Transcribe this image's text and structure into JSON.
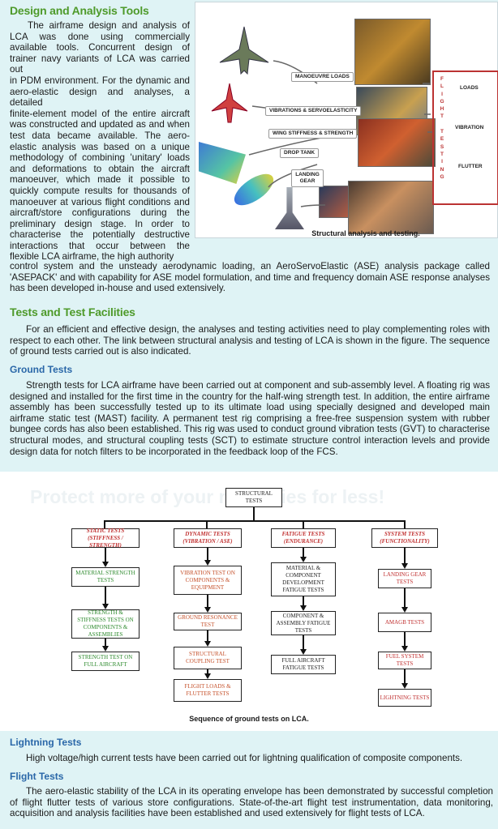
{
  "design": {
    "heading": "Design and Analysis Tools",
    "para1_lines": [
      "The airframe design and analysis of",
      "LCA was done using commercially",
      "available tools. Concurrent design of",
      "trainer navy variants of LCA was carried out",
      "in PDM environment. For the dynamic and",
      "aero-elastic design and analyses, a detailed",
      "finite-element model of the entire aircraft",
      "was constructed and updated as and when",
      "test data became available. The aero-",
      "elastic analysis was based on a unique",
      "methodology of combining 'unitary' loads",
      "and deformations to obtain the aircraft",
      "manoeuver, which made it possible to",
      "quickly compute results for thousands of",
      "manoeuver at various flight conditions and",
      "aircraft/store configurations during the",
      "preliminary design stage. In order to",
      "characterise the potentially destructive",
      "interactions that occur between the",
      "flexible LCA airframe, the high authority"
    ],
    "para1_cont": "control system and the unsteady aerodynamic loading, an AeroServoElastic (ASE) analysis package called 'ASEPACK' and with capability for ASE model formulation, and time and frequency domain ASE response analyses has been developed in-house and used extensively."
  },
  "figure1": {
    "caption": "Structural analysis and testing.",
    "labels": [
      "MANOEUVRE LOADS",
      "VIBRATIONS & SERVOELASTICITY",
      "WING STIFFNESS & STRENGTH",
      "DROP TANK",
      "LANDING GEAR"
    ],
    "flight_testing": "FLIGHT TESTING",
    "flight_items": [
      "LOADS",
      "VIBRATION",
      "FLUTTER"
    ]
  },
  "tests": {
    "heading": "Tests and Test Facilities",
    "para": "For an efficient and effective design, the analyses and testing activities need to play complementing roles with respect to each other. The link between structural analysis and testing of LCA is shown in the figure. The sequence of ground tests carried out is also indicated."
  },
  "ground": {
    "heading": "Ground Tests",
    "para": "Strength tests for LCA airframe have been carried out at component and sub-assembly level. A floating rig was designed and installed for the first time in the country for the half-wing strength test. In addition, the entire airframe assembly has been successfully tested up to its ultimate load using specially designed and developed main airframe static test (MAST) facility. A permanent test rig comprising a free-free suspension system with rubber bungee cords has also been established. This rig was used to conduct ground vibration tests (GVT) to characterise structural modes, and structural coupling tests (SCT) to estimate structure control interaction levels and provide design data for notch filters to be incorporated in the feedback loop of the FCS."
  },
  "chart": {
    "watermark": "Protect more of your memories for less!",
    "root": "STRUCTURAL TESTS",
    "columns": [
      {
        "header": "STATIC TESTS (STIFFNESS / STRENGTH)",
        "items": [
          "MATERIAL STRENGTH TESTS",
          "STRENGTH & STIFFNESS TESTS ON COMPONENTS & ASSEMBLIES",
          "STRENGTH TEST ON FULL AIRCRAFT"
        ]
      },
      {
        "header": "DYNAMIC TESTS (VIBRATION / ASE)",
        "items": [
          "VIBRATION TEST ON COMPONENTS & EQUIPMENT",
          "GROUND RESONANCE TEST",
          "STRUCTURAL COUPLING TEST",
          "FLIGHT LOADS & FLUTTER TESTS"
        ]
      },
      {
        "header": "FATIGUE TESTS (ENDURANCE)",
        "items": [
          "MATERIAL & COMPONENT DEVELOPMENT FATIGUE TESTS",
          "COMPONENT & ASSEMBLY FATIGUE TESTS",
          "FULL AIRCRAFT FATIGUE TESTS"
        ]
      },
      {
        "header": "SYSTEM TESTS (FUNCTIONALITY)",
        "items": [
          "LANDING GEAR TESTS",
          "AMAGB TESTS",
          "FUEL SYSTEM TESTS",
          "LIGHTNING TESTS"
        ]
      }
    ],
    "caption": "Sequence of ground tests on LCA."
  },
  "lightning": {
    "heading": "Lightning Tests",
    "para": "High voltage/high current tests have been carried out for lightning qualification of composite components."
  },
  "flight": {
    "heading": "Flight Tests",
    "para": "The aero-elastic stability of the LCA in its operating envelope has been demonstrated by successful completion of flight flutter tests of various store configurations. State-of-the-art flight test instrumentation, data monitoring, acquisition and analysis facilities have been established and used extensively for flight tests of LCA."
  }
}
